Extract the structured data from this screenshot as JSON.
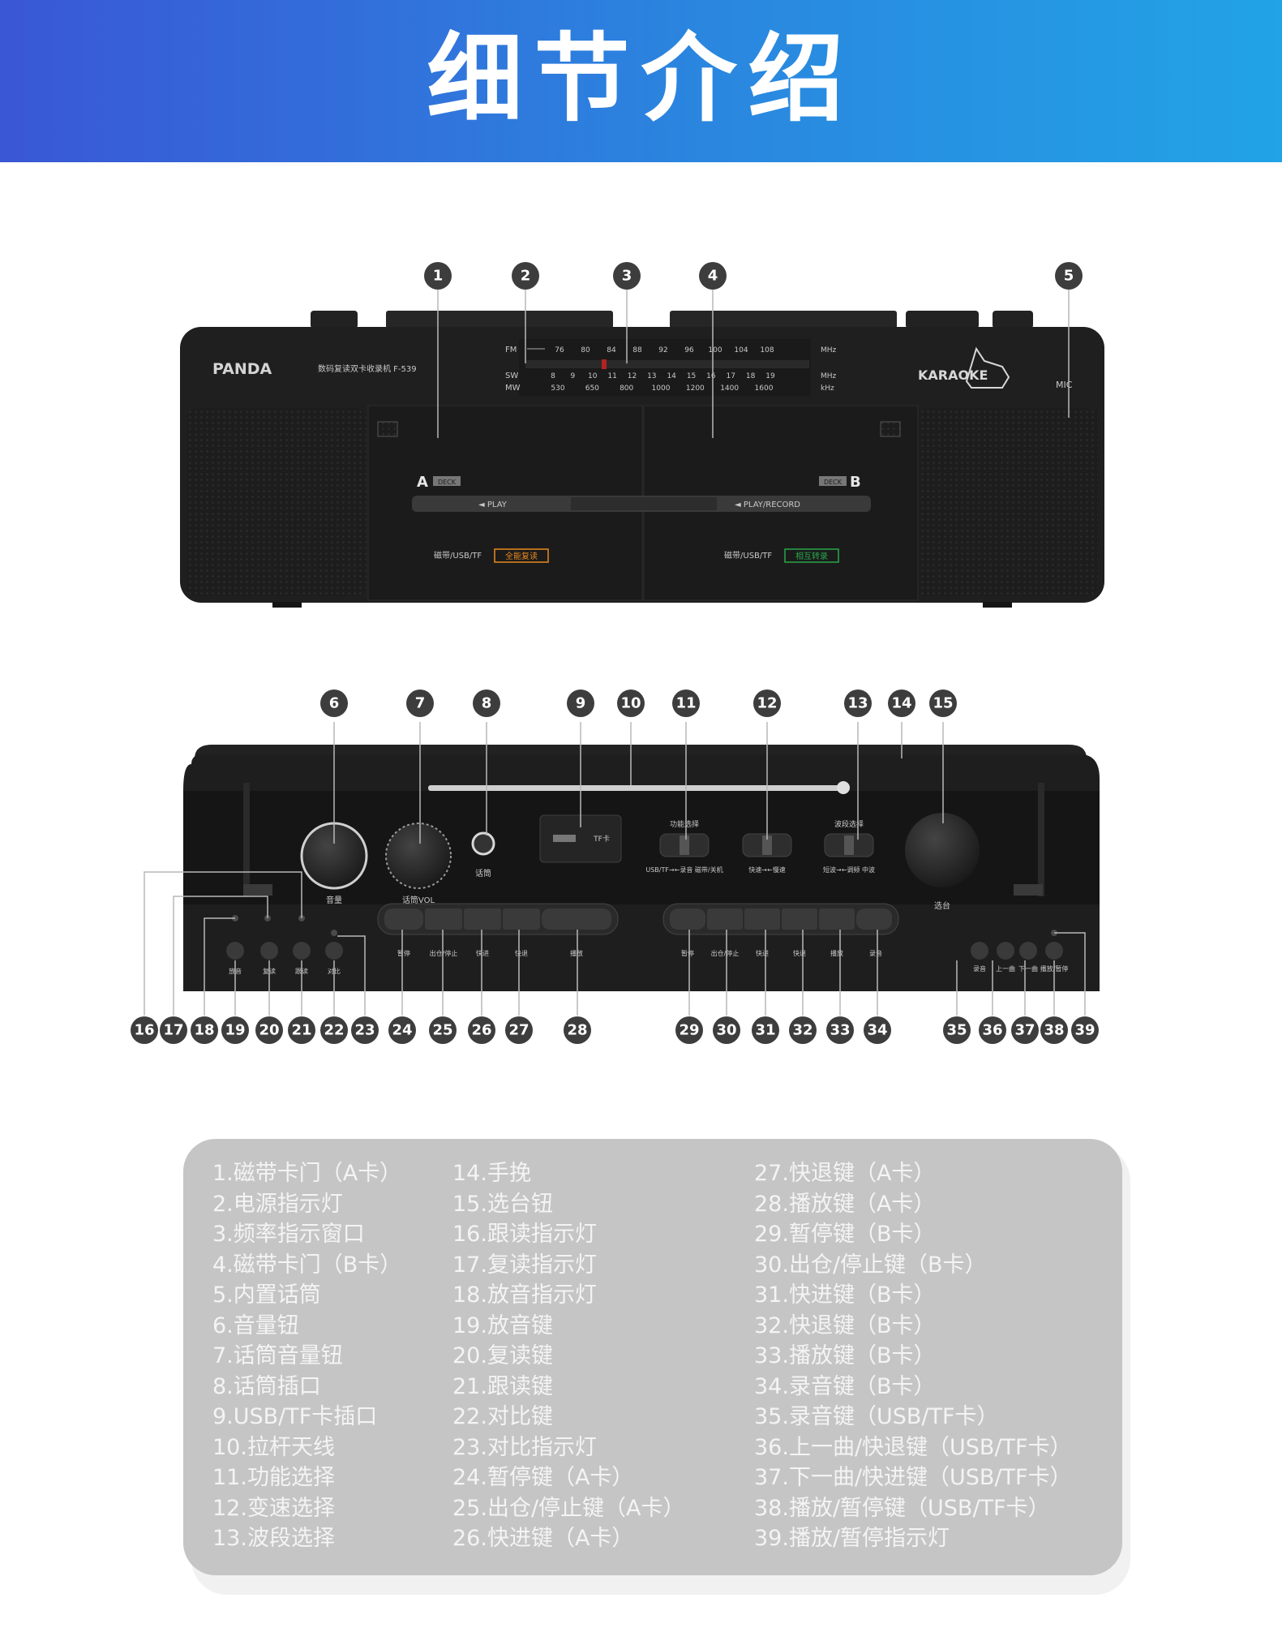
{
  "header": {
    "title": "细节介绍"
  },
  "front_panel": {
    "brand": "PANDA",
    "model": "数码复读双卡收录机 F-539",
    "band_fm": "FM",
    "band_sw": "SW",
    "band_mw": "MW",
    "fm_scale": [
      "76",
      "80",
      "84",
      "88",
      "92",
      "96",
      "100",
      "104",
      "108"
    ],
    "sw_scale": [
      "8",
      "9",
      "10",
      "11",
      "12",
      "13",
      "14",
      "15",
      "16",
      "17",
      "18",
      "19"
    ],
    "mw_scale": [
      "530",
      "650",
      "800",
      "1000",
      "1200",
      "1400",
      "1600"
    ],
    "unit_mhz": "MHz",
    "unit_khz": "kHz",
    "karaoke_logo": "KARAOKE",
    "mic_label": "MIC",
    "deck_a_letter": "A",
    "deck_b_letter": "B",
    "deck_tag": "DECK",
    "deck_a_slot": "◄ PLAY",
    "deck_b_slot": "◄ PLAY/RECORD",
    "deck_a_note": "磁带/USB/TF",
    "deck_a_badge": "全能复读",
    "deck_b_note": "磁带/USB/TF",
    "deck_b_badge": "相互转录"
  },
  "top_panel": {
    "volume_label": "音量",
    "mic_vol_label": "话筒VOL",
    "mic_jack_label": "话筒",
    "usb_tf_label": "TF卡",
    "function_label": "功能选择",
    "function_sub": "USB/TF→←录音 磁带/关机",
    "speed_sub": "快速→←慢速",
    "band_label": "波段选择",
    "band_sub": "短波→←调频 中波",
    "tuning_label": "选台",
    "a_buttons": [
      "暂停",
      "出仓/停止",
      "快进",
      "快退",
      "播放"
    ],
    "b_buttons": [
      "暂停",
      "出仓/停止",
      "快进",
      "快退",
      "播放",
      "录音"
    ],
    "left_buttons": [
      "放音",
      "复读",
      "跟读",
      "对比"
    ],
    "right_buttons": [
      "录音",
      "上一曲",
      "下一曲",
      "播放/暂停"
    ]
  },
  "callouts_top": [
    "1",
    "2",
    "3",
    "4",
    "5"
  ],
  "callouts_middle": [
    "6",
    "7",
    "8",
    "9",
    "10",
    "11",
    "12",
    "13",
    "14",
    "15"
  ],
  "callouts_bottom": [
    "16",
    "17",
    "18",
    "19",
    "20",
    "21",
    "22",
    "23",
    "24",
    "25",
    "26",
    "27",
    "28",
    "29",
    "30",
    "31",
    "32",
    "33",
    "34",
    "35",
    "36",
    "37",
    "38",
    "39"
  ],
  "legend": {
    "column1": [
      "1.磁带卡门（A卡）",
      "2.电源指示灯",
      "3.频率指示窗口",
      "4.磁带卡门（B卡）",
      "5.内置话筒",
      "6.音量钮",
      "7.话筒音量钮",
      "8.话筒插口",
      "9.USB/TF卡插口",
      "10.拉杆天线",
      "11.功能选择",
      "12.变速选择",
      "13.波段选择"
    ],
    "column2": [
      "14.手挽",
      "15.选台钮",
      "16.跟读指示灯",
      "17.复读指示灯",
      "18.放音指示灯",
      "19.放音键",
      "20.复读键",
      "21.跟读键",
      "22.对比键",
      "23.对比指示灯",
      "24.暂停键（A卡）",
      "25.出仓/停止键（A卡）",
      "26.快进键（A卡）"
    ],
    "column3": [
      "27.快退键（A卡）",
      "28.播放键（A卡）",
      "29.暂停键（B卡）",
      "30.出仓/停止键（B卡）",
      "31.快进键（B卡）",
      "32.快退键（B卡）",
      "33.播放键（B卡）",
      "34.录音键（B卡）",
      "35.录音键（USB/TF卡）",
      "36.上一曲/快退键（USB/TF卡）",
      "37.下一曲/快进键（USB/TF卡）",
      "38.播放/暂停键（USB/TF卡）",
      "39.播放/暂停指示灯"
    ]
  },
  "colors": {
    "banner_start": "#3a57d6",
    "banner_end": "#22a3e6",
    "panel": "#c5c5c5",
    "device": "#1f1f1f",
    "badge_orange": "#e8891f",
    "badge_green": "#27a84a"
  }
}
